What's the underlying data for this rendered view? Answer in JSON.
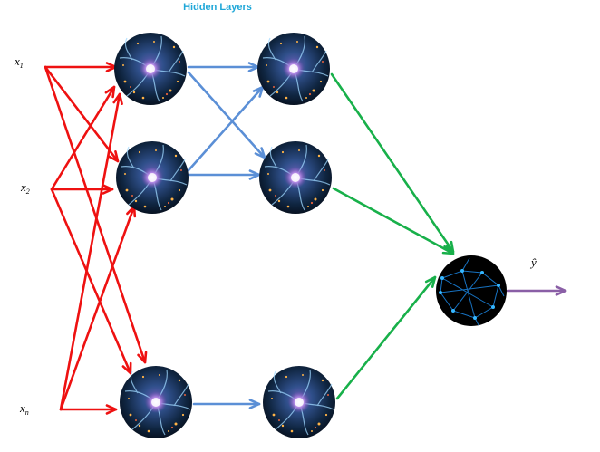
{
  "title": "Hidden Layers",
  "inputs": [
    {
      "base": "x",
      "sub": "1"
    },
    {
      "base": "x",
      "sub": "2"
    },
    {
      "base": "x",
      "sub": "n"
    }
  ],
  "output_label": "ŷ",
  "colors": {
    "title": "#1fa7d8",
    "input_edges": "#ee1111",
    "hidden_edges": "#5b8fd6",
    "to_output_edges": "#18b04a",
    "output_edge": "#8a5fa6"
  }
}
